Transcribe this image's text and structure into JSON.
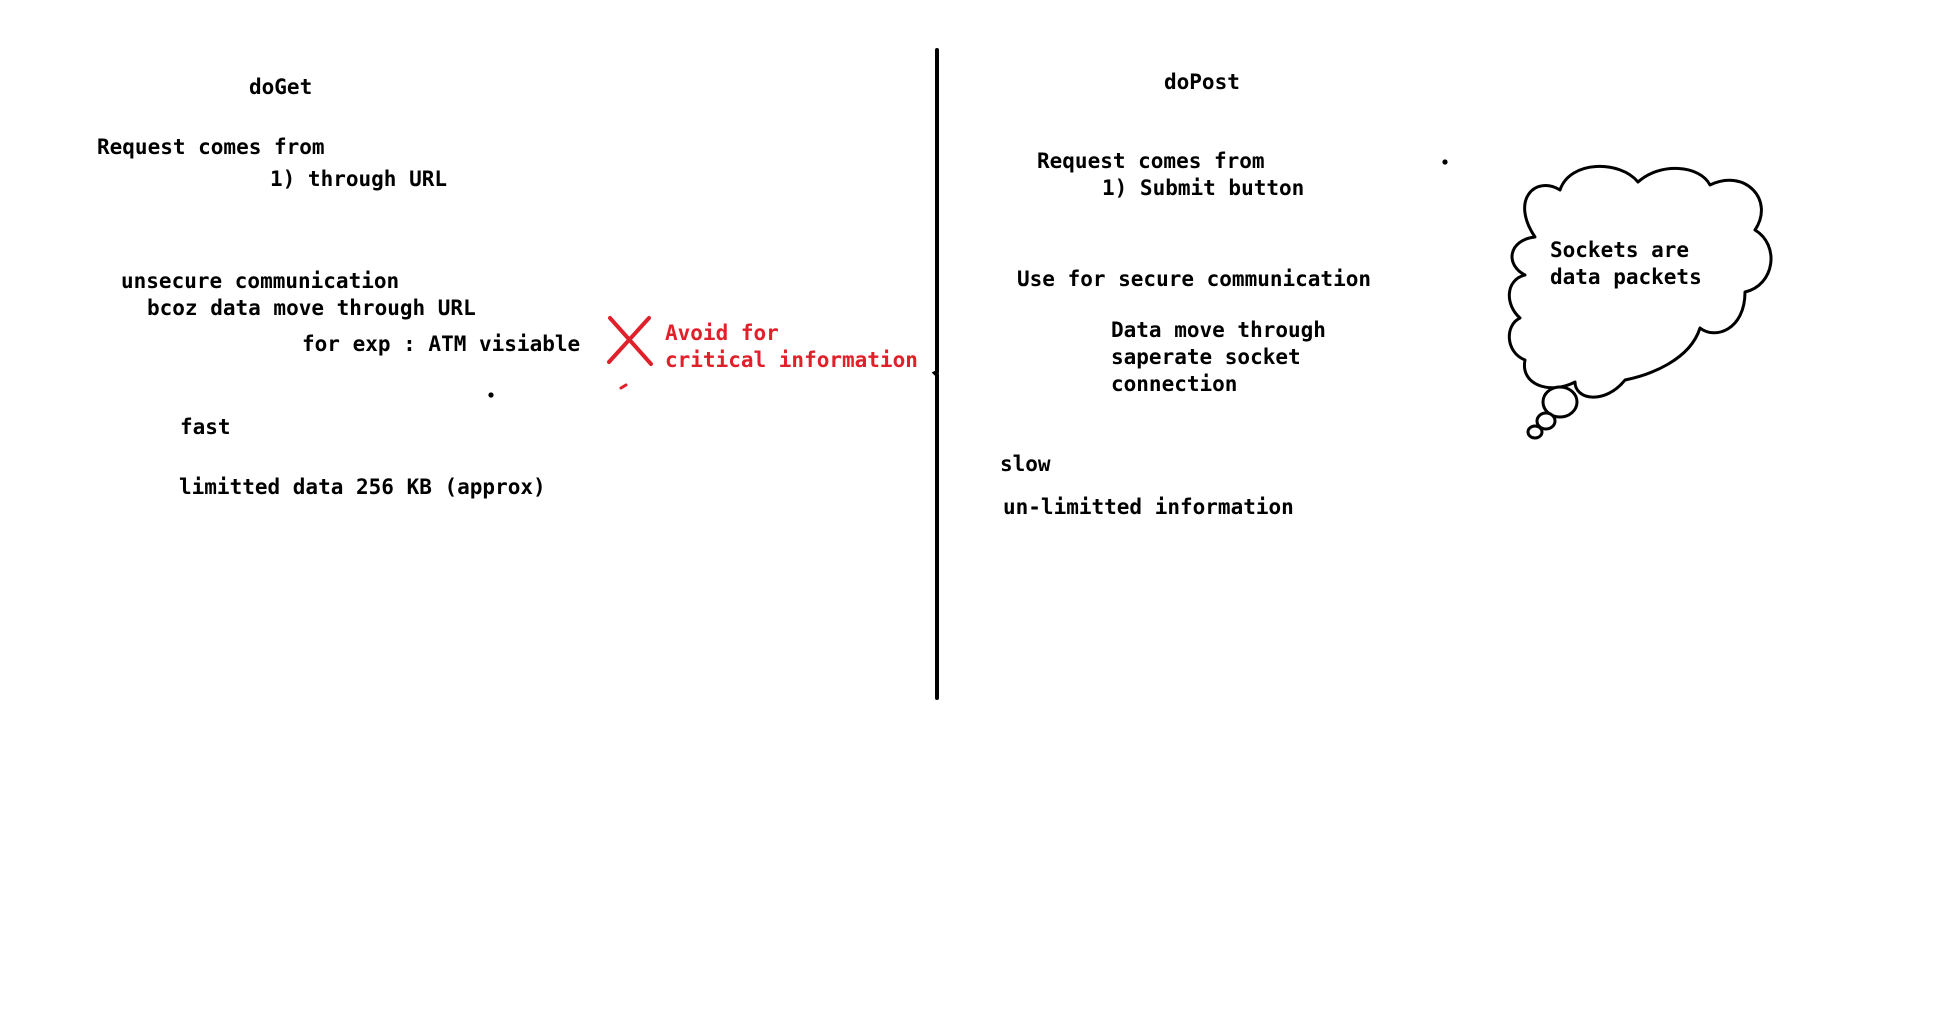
{
  "left": {
    "title": "doGet",
    "request_heading": "Request comes from",
    "request_item": "1) through URL",
    "security": "unsecure communication",
    "reason": "bcoz data move through URL",
    "example": "for exp : ATM visiable",
    "warning_line1": "Avoid for",
    "warning_line2": "critical information",
    "speed": "fast",
    "limit": "limitted data 256 KB (approx)"
  },
  "right": {
    "title": "doPost",
    "request_heading": "Request comes from",
    "request_item": "1) Submit button",
    "security": "Use for secure communication",
    "detail_line1": "Data move through",
    "detail_line2": "saperate socket",
    "detail_line3": "connection",
    "speed": "slow",
    "limit": "un-limitted information"
  },
  "thought_bubble": {
    "line1": "Sockets are",
    "line2": "data packets"
  },
  "colors": {
    "ink": "#000000",
    "warning": "#e0202a",
    "background": "#ffffff"
  },
  "icons": {
    "warning_mark": "cross-icon",
    "note": "thought-bubble-icon"
  }
}
